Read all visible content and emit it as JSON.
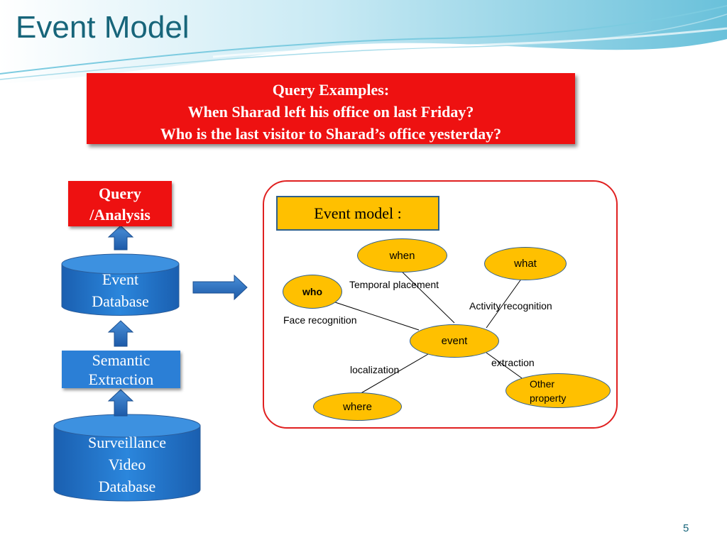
{
  "slide": {
    "title": "Event Model",
    "page_number": "5"
  },
  "query_box": {
    "line1": "Query Examples:",
    "line2": "When Sharad left his office on last Friday?",
    "line3": "Who is the last visitor to Sharad’s office yesterday?"
  },
  "pipeline": {
    "query_analysis": [
      "Query",
      "/Analysis"
    ],
    "event_database": [
      "Event",
      "Database"
    ],
    "semantic_extraction": [
      "Semantic",
      "Extraction"
    ],
    "surveillance_db": [
      "Surveillance",
      "Video",
      "Database"
    ]
  },
  "event_model": {
    "header": "Event model :",
    "nodes": {
      "when": "when",
      "what": "what",
      "who": "who",
      "event": "event",
      "where": "where",
      "other": [
        "Other",
        "property"
      ]
    },
    "edge_labels": {
      "temporal": "Temporal placement",
      "activity": "Activity recognition",
      "face": "Face recognition",
      "localization": "localization",
      "extraction": "extraction"
    }
  },
  "colors": {
    "title": "#17657a",
    "red_box": "#ee1111",
    "blue_box": "#2b7fd6",
    "node_fill": "#ffc000",
    "panel_border": "#e02020"
  }
}
